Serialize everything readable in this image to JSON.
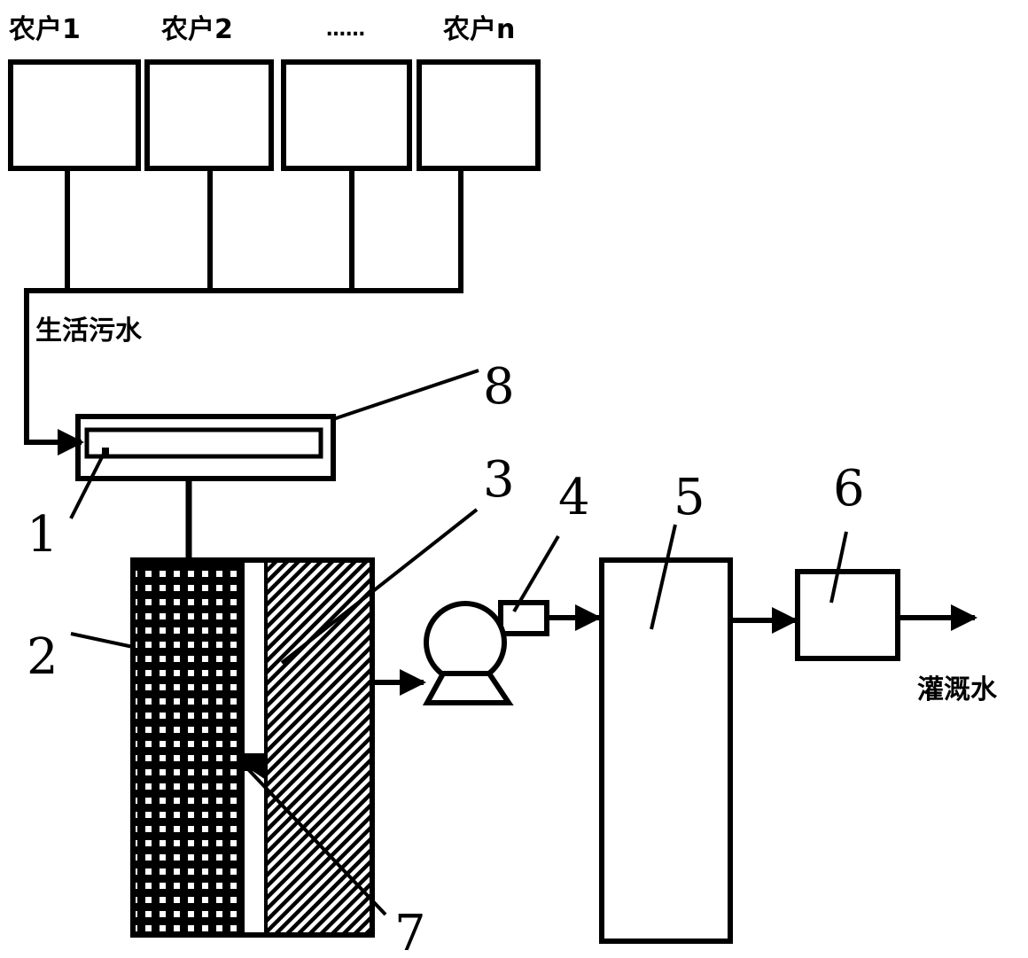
{
  "households": {
    "labels": [
      "农户1",
      "农户2",
      "……",
      "农户n"
    ]
  },
  "flows": {
    "sewage_label": "生活污水",
    "output_label": "灌溉水"
  },
  "callouts": {
    "n1": "1",
    "n2": "2",
    "n3": "3",
    "n4": "4",
    "n5": "5",
    "n6": "6",
    "n7": "7",
    "n8": "8"
  },
  "colors": {
    "ink": "#000000",
    "background": "#ffffff"
  }
}
